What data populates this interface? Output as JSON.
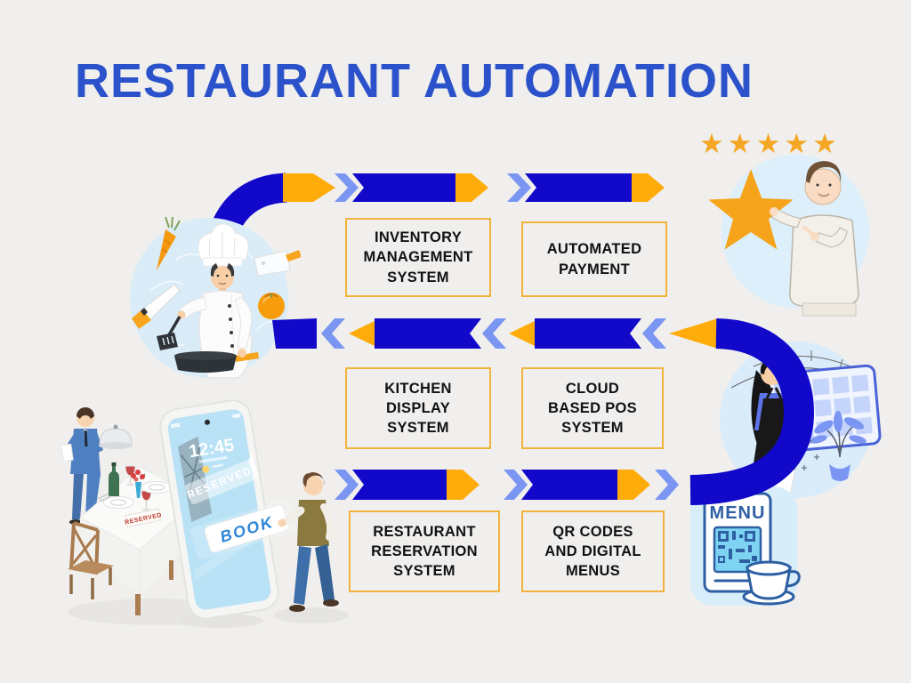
{
  "title": "RESTAURANT AUTOMATION",
  "colors": {
    "bg": "#F0EFED",
    "title_blue": "#2B52CB",
    "arrow_blue": "#1108C9",
    "arrow_yellow": "#FFAC0A",
    "chevron_light": "#7B96F2",
    "box_border": "#F2B33D",
    "box_text": "#111111",
    "star_orange": "#F5A623",
    "illo_circle": "#D9ECF8",
    "menu_ink": "#2E5FA3"
  },
  "boxes": [
    {
      "id": "inventory-management-system",
      "label": "INVENTORY\nMANAGEMENT\nSYSTEM"
    },
    {
      "id": "automated-payment",
      "label": "AUTOMATED\nPAYMENT"
    },
    {
      "id": "kitchen-display-system",
      "label": "KITCHEN\nDISPLAY\nSYSTEM"
    },
    {
      "id": "cloud-based-pos-system",
      "label": "CLOUD\nBASED POS\nSYSTEM"
    },
    {
      "id": "restaurant-reservation-system",
      "label": "RESTAURANT\nRESERVATION\nSYSTEM"
    },
    {
      "id": "qr-codes-and-digital-menus",
      "label": "QR CODES\nAND DIGITAL\nMENUS"
    }
  ],
  "illustrations": {
    "reviews": {
      "stars_display": "★★★★★"
    },
    "menu_card": {
      "title": "MENU"
    },
    "reservation": {
      "phone_time": "12:45",
      "phone_reserved_label": "RESERVED",
      "phone_book_label": "BOOK",
      "table_card_label": "RESERVED"
    }
  }
}
